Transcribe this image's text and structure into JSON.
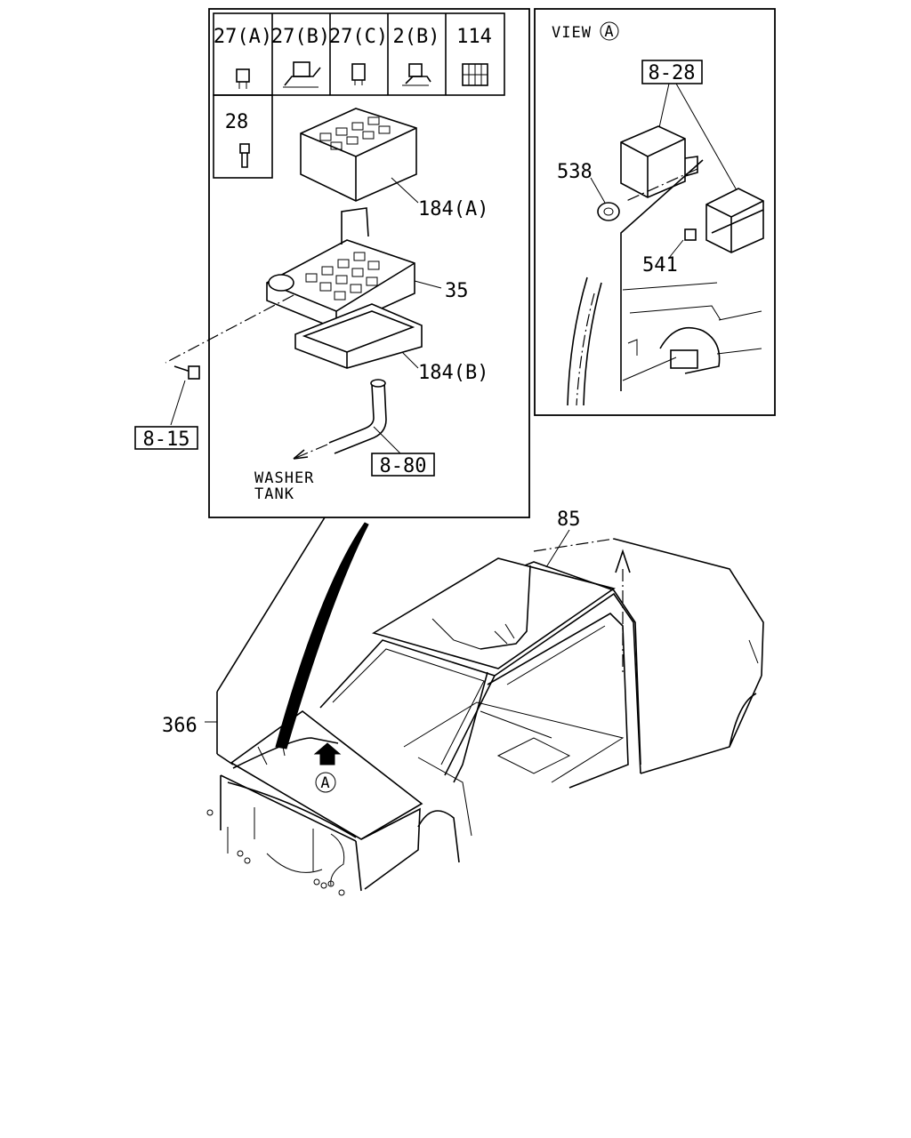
{
  "legend_table": {
    "row1": [
      "27(A)",
      "27(B)",
      "27(C)",
      "2(B)",
      "114"
    ],
    "row2": [
      "28"
    ]
  },
  "fuse_box_callouts": {
    "cover_top": "184(A)",
    "fuse_block": "35",
    "cover_bottom": "184(B)",
    "bolt_ref": "8-15",
    "hose_ref": "8-80",
    "washer_line1": "WASHER",
    "washer_line2": "TANK"
  },
  "view_a": {
    "title": "VIEW",
    "marker": "A",
    "relay_ref": "8-28",
    "nut": "538",
    "clip": "541"
  },
  "vehicle": {
    "harness_main": "366",
    "harness_roof": "85",
    "view_marker": "A"
  }
}
